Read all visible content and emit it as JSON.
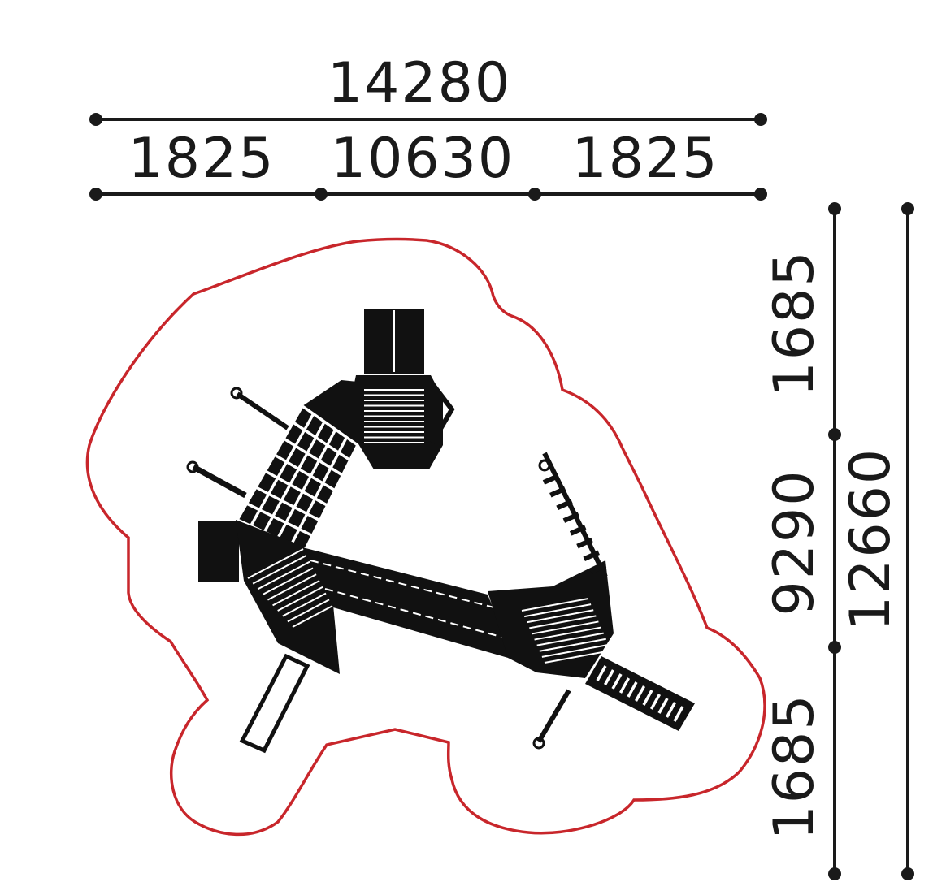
{
  "dimensions": {
    "total_width": "14280",
    "width_left": "1825",
    "width_middle": "10630",
    "width_right": "1825",
    "height_top": "1685",
    "height_middle": "9290",
    "height_bottom": "1685",
    "total_height": "12660"
  },
  "colors": {
    "safety_zone": "#c8262b",
    "equipment": "#111111",
    "dimension_lines": "#1a1a1a"
  }
}
